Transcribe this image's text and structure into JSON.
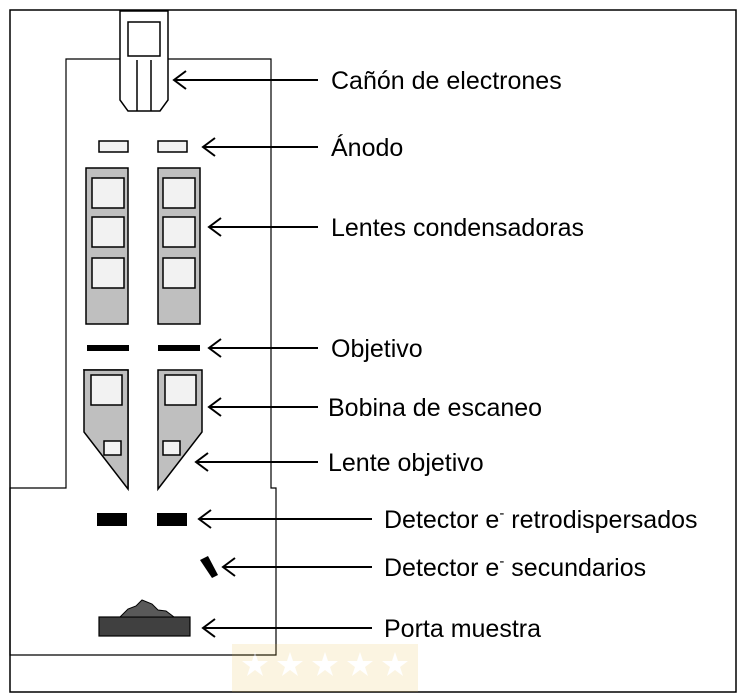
{
  "diagram": {
    "labels": {
      "electron_gun": "Cañón de electrones",
      "anode": "Ánodo",
      "condenser_lenses": "Lentes condensadoras",
      "objective": "Objetivo",
      "scan_coil": "Bobina de escaneo",
      "objective_lens": "Lente objetivo",
      "backscatter_detector_a": "Detector e",
      "backscatter_detector_sup": "-",
      "backscatter_detector_b": " retrodispersados",
      "secondary_detector_a": "Detector e",
      "secondary_detector_sup": "-",
      "secondary_detector_b": " secundarios",
      "sample_holder": "Porta muestra"
    },
    "colors": {
      "lens_gray": "#bfbfbf",
      "inner_box": "#f2f2f2",
      "dark": "#000000",
      "sample_holder": "#404040",
      "watermark": "#e6b840"
    }
  }
}
